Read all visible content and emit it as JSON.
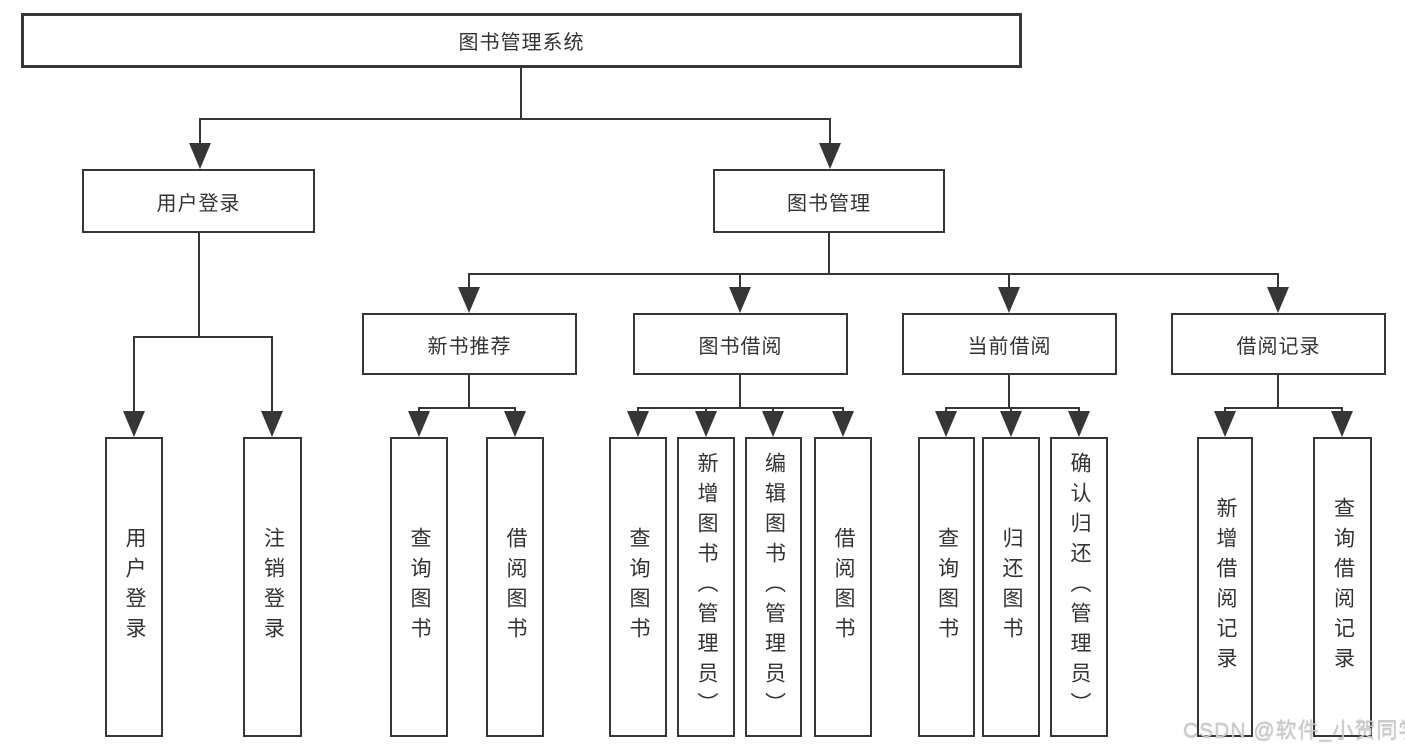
{
  "diagram": {
    "title": "图书管理系统",
    "root": "图书管理系统",
    "level2": {
      "user_login": "用户登录",
      "book_management": "图书管理"
    },
    "level3": {
      "new_book_recommend": "新书推荐",
      "book_borrow": "图书借阅",
      "current_borrow": "当前借阅",
      "borrow_records": "借阅记录"
    },
    "leaves": {
      "user_login_leaf": "用户登录",
      "logout": "注销登录",
      "recommend_query_books": "查询图书",
      "recommend_borrow_books": "借阅图书",
      "borrow_query_books": "查询图书",
      "add_books_admin": "新增图书（管理员）",
      "edit_books_admin": "编辑图书（管理员）",
      "borrow_borrow_books": "借阅图书",
      "current_query_books": "查询图书",
      "return_books": "归还图书",
      "confirm_return_admin": "确认归还（管理员）",
      "add_borrow_record": "新增借阅记录",
      "query_borrow_record": "查询借阅记录"
    }
  },
  "watermark": "CSDN @软件_小贺同学",
  "colors": {
    "line": "#363636",
    "text": "#333333",
    "background": "#ffffff",
    "watermark": "#cbcbcb"
  }
}
